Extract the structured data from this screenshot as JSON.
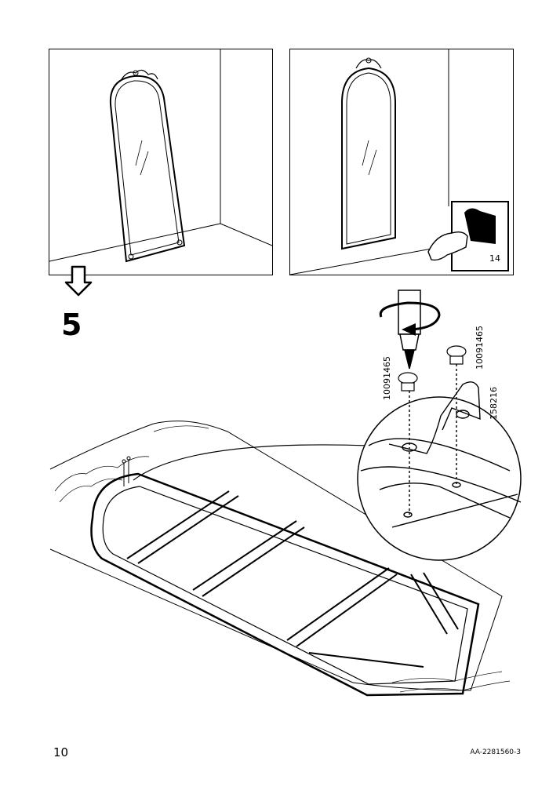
{
  "step": {
    "number": "5"
  },
  "sticker": {
    "count": "14"
  },
  "parts": {
    "screw_a": "10091465",
    "screw_b": "10091465",
    "bracket": "158216"
  },
  "footer": {
    "page_number": "10",
    "document_code": "AA-2281560-3"
  }
}
